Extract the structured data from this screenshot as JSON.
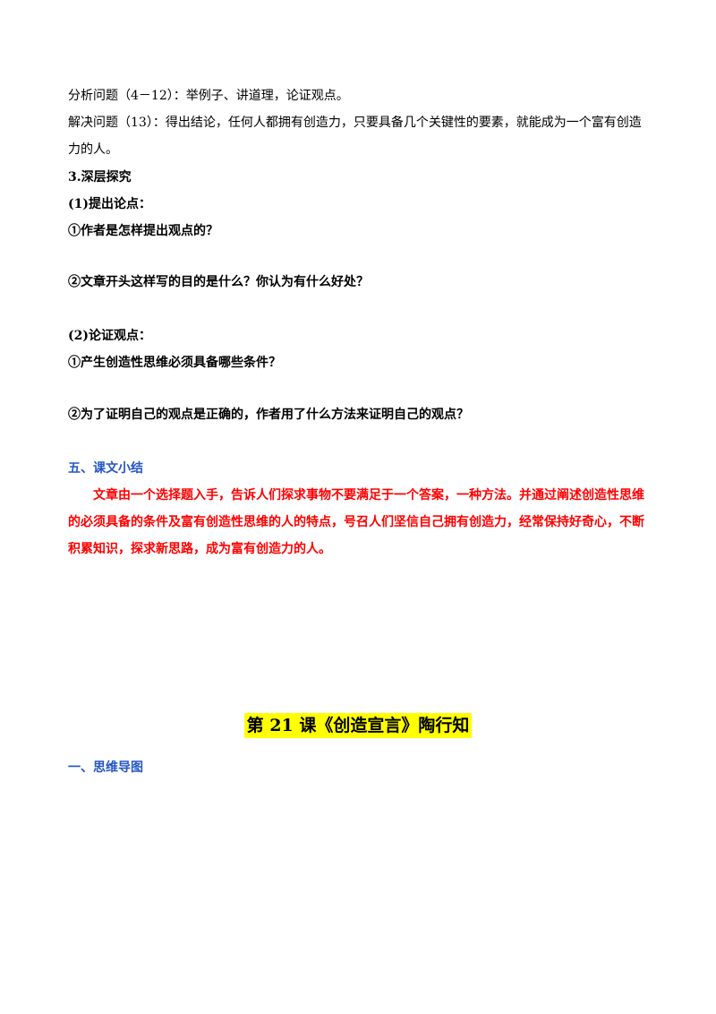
{
  "doc": {
    "analyze_line": "分析问题（4－12）：举例子、讲道理，论证观点。",
    "solve_line1": "解决问题（13）：得出结论，任何人都拥有创造力，只要具备几个关键性的要素，就能成为一个富有创造",
    "solve_line2": "力的人。",
    "section3_heading": "3.深层探究",
    "sub1_heading": "(1)提出论点：",
    "q1": "①作者是怎样提出观点的？",
    "q2": "②文章开头这样写的目的是什么？你认为有什么好处？",
    "sub2_heading": "(2)论证观点：",
    "q3": "①产生创造性思维必须具备哪些条件？",
    "q4": "②为了证明自己的观点是正确的，作者用了什么方法来证明自己的观点？",
    "summary_heading": "五、课文小结",
    "summary_line1": "文章由一个选择题入手，告诉人们探求事物不要满足于一个答案，一种方法。并通过阐述创造性思维",
    "summary_line2": "的必须具备的条件及富有创造性思维的人的特点，号召人们坚信自己拥有创造力，经常保持好奇心，不断",
    "summary_line3": "积累知识，探求新思路，成为富有创造力的人。",
    "lesson_title": "第 21 课《创造宣言》陶行知",
    "mindmap_heading": "一、思维导图"
  },
  "colors": {
    "heading_blue": "#2457c5",
    "summary_red": "#ff0000",
    "title_highlight": "#ffff00"
  }
}
